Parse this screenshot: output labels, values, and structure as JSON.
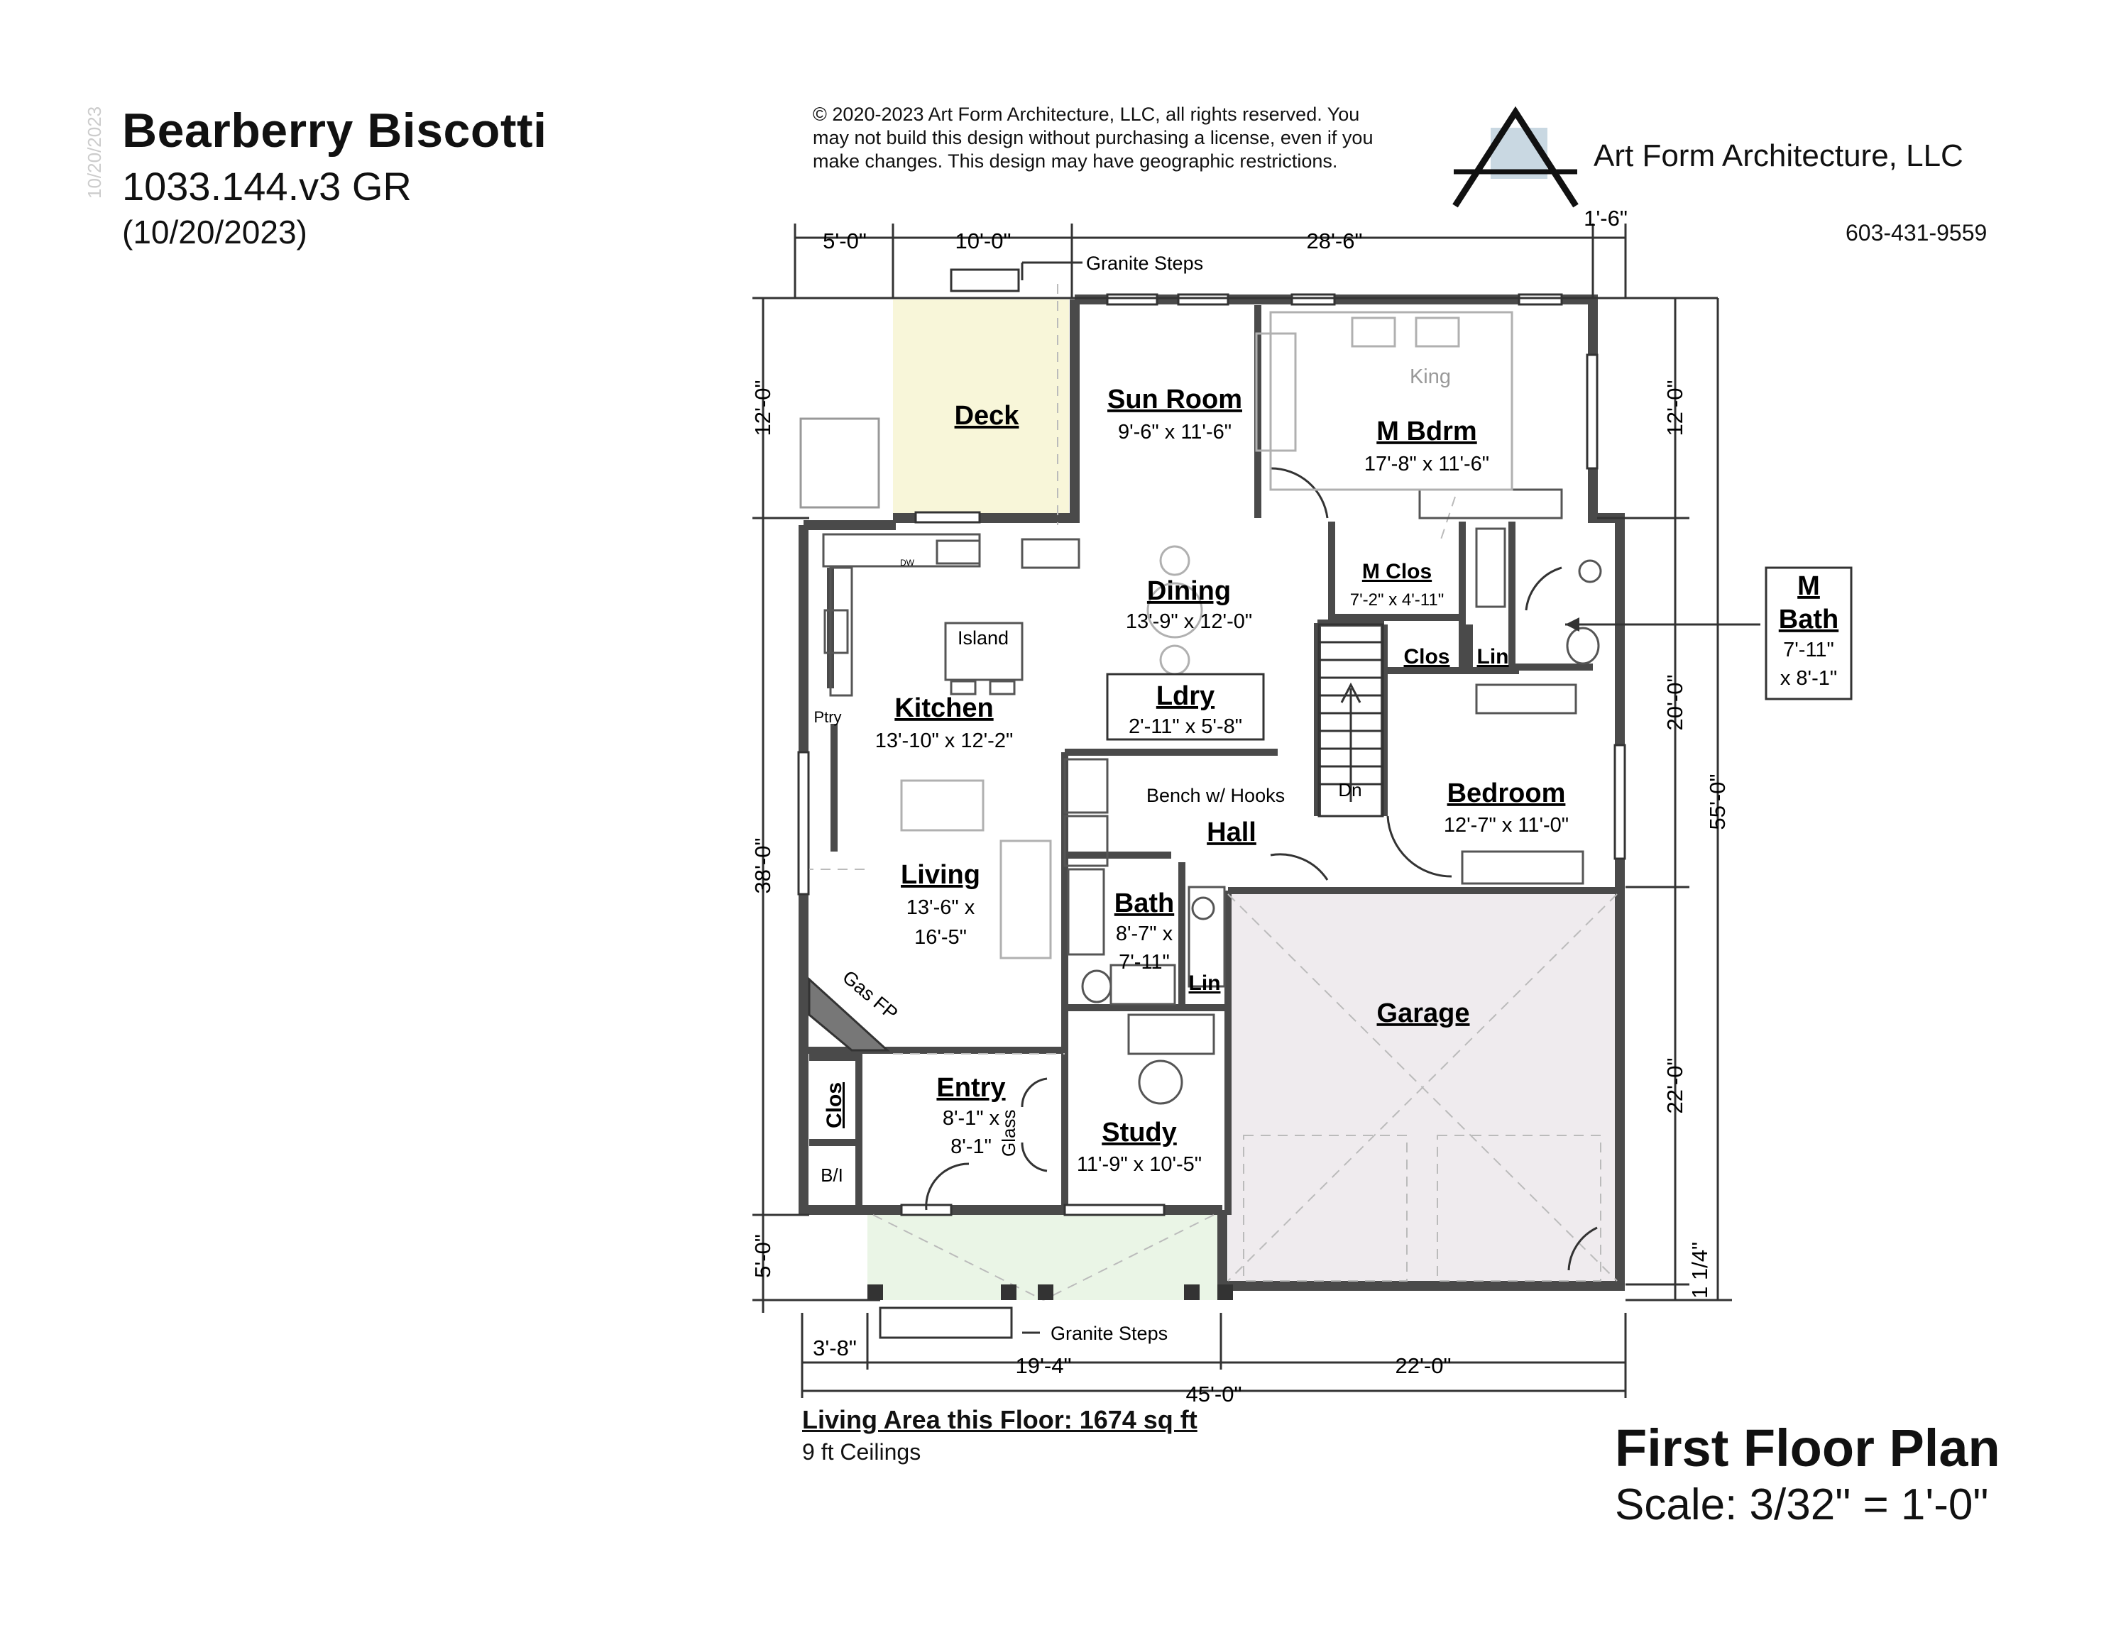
{
  "header": {
    "title": "Bearberry Biscotti",
    "plan_code": "1033.144.v3 GR",
    "date": "(10/20/2023)",
    "vertical_date": "10/20/2023",
    "copyright_lines": [
      "© 2020-2023 Art Form Architecture, LLC, all rights reserved. You",
      "may not build this design without purchasing a license, even if you",
      "make changes. This design may have geographic restrictions."
    ],
    "firm": "Art Form Architecture, LLC",
    "phone": "603-431-9559"
  },
  "footer": {
    "living_area": "Living Area this Floor: 1674 sq ft",
    "ceilings": "9 ft Ceilings",
    "plan_title": "First Floor Plan",
    "scale": "Scale: 3/32\" = 1'-0\""
  },
  "rooms": {
    "deck": {
      "name": "Deck"
    },
    "sunroom": {
      "name": "Sun Room",
      "dims": "9'-6\" x 11'-6\""
    },
    "mbdrm": {
      "name": "M Bdrm",
      "dims": "17'-8\" x 11'-6\"",
      "bed": "King"
    },
    "dining": {
      "name": "Dining",
      "dims": "13'-9\" x 12'-0\""
    },
    "mclos": {
      "name": "M Clos",
      "dims": "7'-2\" x 4'-11\""
    },
    "mbath": {
      "name": "M",
      "name2": "Bath",
      "dims1": "7'-11\"",
      "dims2": "x 8'-1\""
    },
    "clos_upper": {
      "name": "Clos"
    },
    "lin_upper": {
      "name": "Lin"
    },
    "kitchen": {
      "name": "Kitchen",
      "dims": "13'-10\" x 12'-2\"",
      "island": "Island",
      "pantry": "Ptry",
      "dw": "DW"
    },
    "ldry": {
      "name": "Ldry",
      "dims": "2'-11\" x 5'-8\""
    },
    "bench": "Bench w/ Hooks",
    "hall": {
      "name": "Hall"
    },
    "stairs": "Dn",
    "bedroom": {
      "name": "Bedroom",
      "dims": "12'-7\" x 11'-0\""
    },
    "living": {
      "name": "Living",
      "dims1": "13'-6\" x",
      "dims2": "16'-5\""
    },
    "bath": {
      "name": "Bath",
      "dims1": "8'-7\" x",
      "dims2": "7'-11\""
    },
    "lin_lower": {
      "name": "Lin"
    },
    "garage": {
      "name": "Garage"
    },
    "gasfp": "Gas FP",
    "entry": {
      "name": "Entry",
      "dims1": "8'-1\" x",
      "dims2": "8'-1\""
    },
    "clos_entry": {
      "name": "Clos"
    },
    "bi": "B/I",
    "glass": "Glass",
    "study": {
      "name": "Study",
      "dims": "11'-9\" x 10'-5\""
    }
  },
  "notes": {
    "granite_steps_top": "Granite Steps",
    "granite_steps_bottom": "Granite Steps"
  },
  "dimensions": {
    "top": [
      "5'-0\"",
      "10'-0\"",
      "28'-6\"",
      "1'-6\""
    ],
    "left": [
      "12'-0\"",
      "38'-0\"",
      "5'-0\""
    ],
    "right_inner": [
      "12'-0\"",
      "20'-0\"",
      "22'-0\"",
      "1 1/4\""
    ],
    "right_outer": "55'-0\"",
    "bottom": [
      "3'-8\"",
      "19'-4\"",
      "22'-0\""
    ],
    "overall": "45'-0\""
  },
  "colors": {
    "deck_fill": "#f8f6d9",
    "porch_fill": "#eaf5e6",
    "garage_fill": "#efebee",
    "logo_square": "#c9d8e2",
    "wall": "#4a4a4a"
  }
}
